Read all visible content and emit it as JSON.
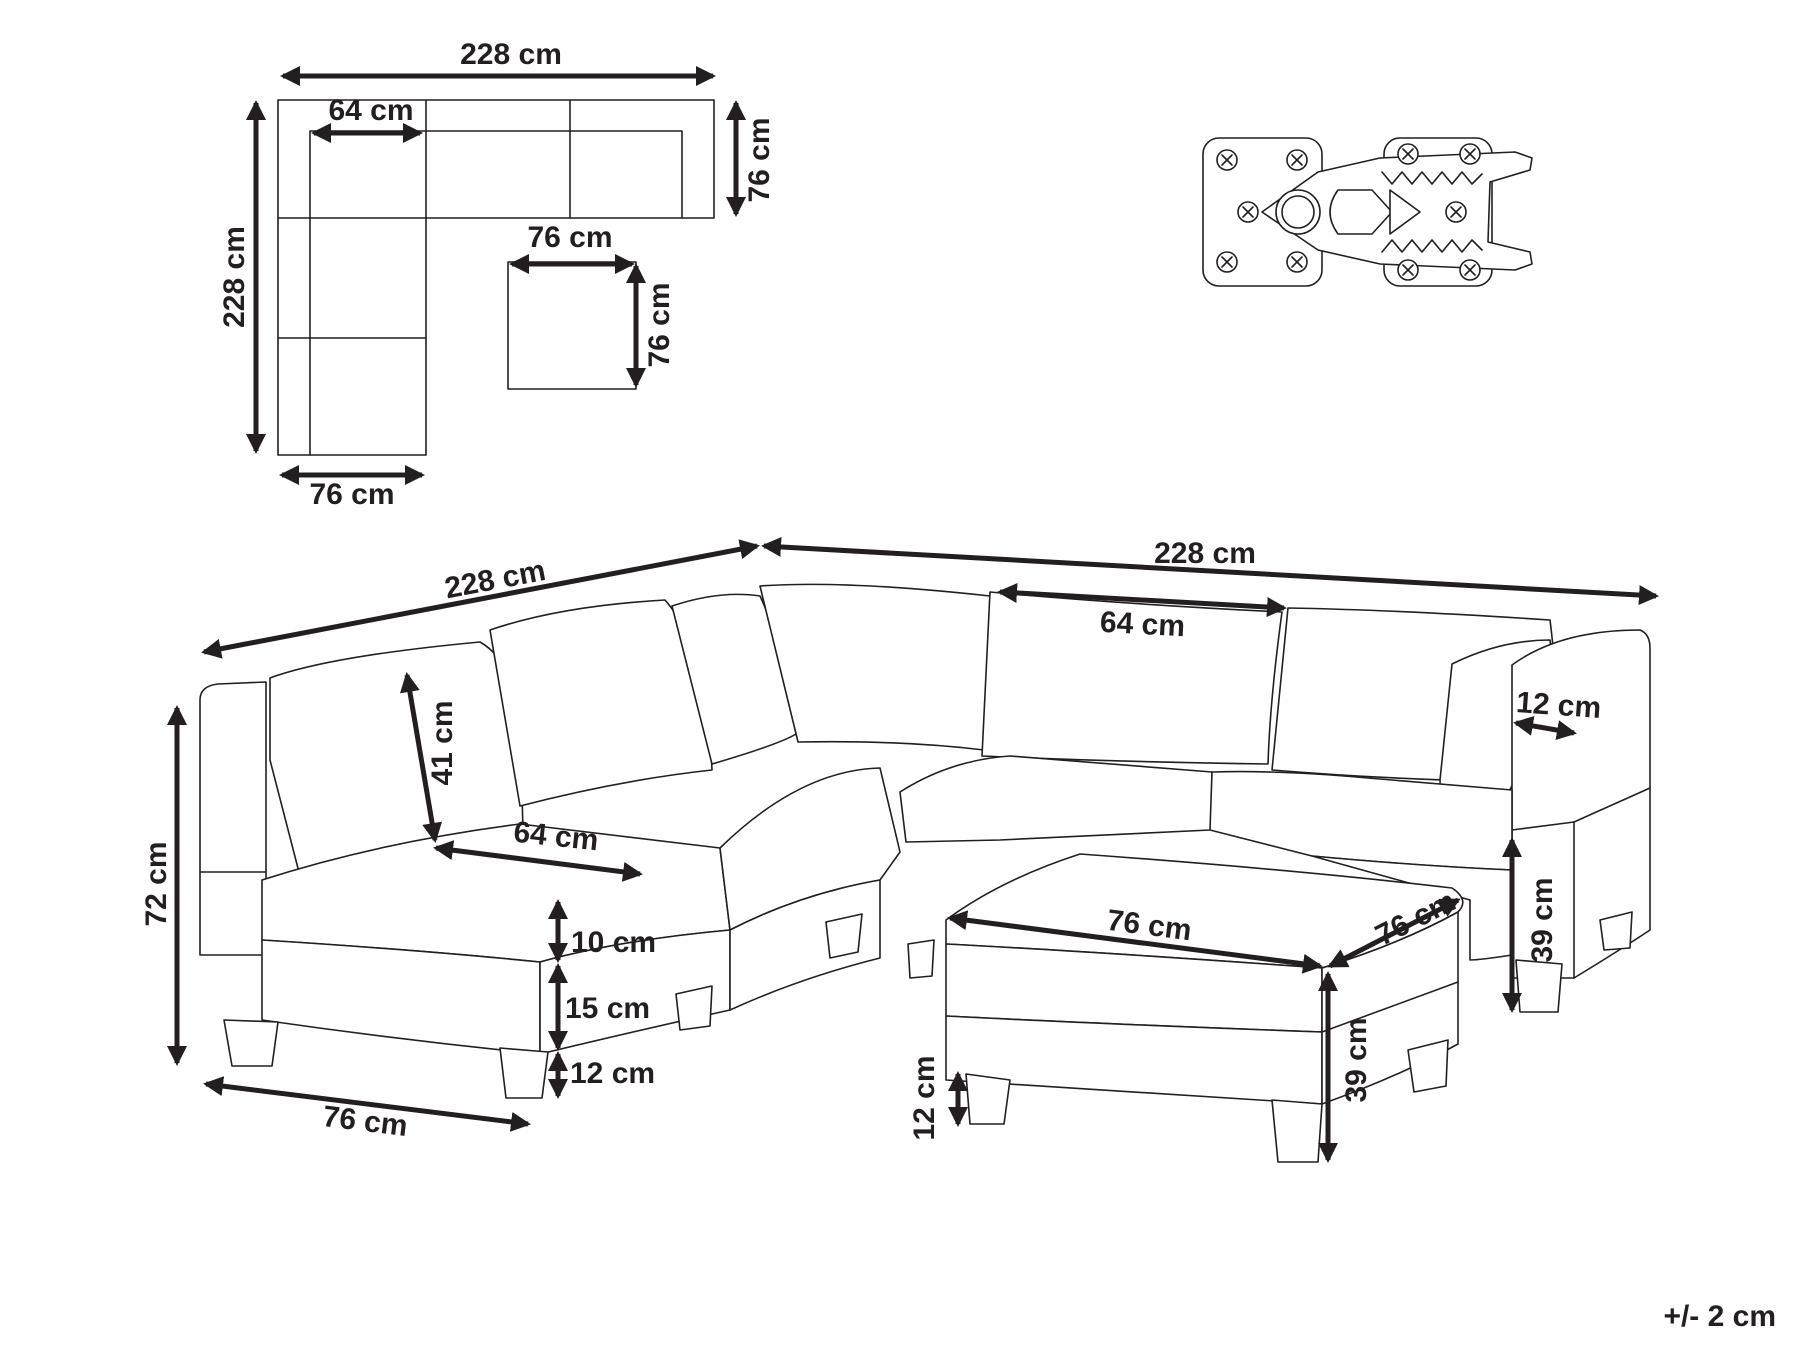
{
  "top_view": {
    "overall_width": "228 cm",
    "overall_depth": "228 cm",
    "seat_width": "64 cm",
    "module_depth": "76 cm",
    "module_width": "76 cm",
    "ottoman_width": "76 cm",
    "ottoman_depth": "76 cm"
  },
  "side_view": {
    "left_length": "228 cm",
    "right_length": "228 cm",
    "back_cushion_width": "64 cm",
    "armrest_width": "12 cm",
    "total_height": "72 cm",
    "back_cushion_height": "41 cm",
    "seat_cushion_width": "64 cm",
    "cushion_thickness": "10 cm",
    "base_height": "15 cm",
    "leg_height": "12 cm",
    "module_width": "76 cm",
    "ottoman_width": "76 cm",
    "ottoman_depth": "76 cm",
    "ottoman_height": "39 cm",
    "ottoman_leg_height": "12 cm",
    "seat_height": "39 cm"
  },
  "tolerance": "+/- 2 cm"
}
